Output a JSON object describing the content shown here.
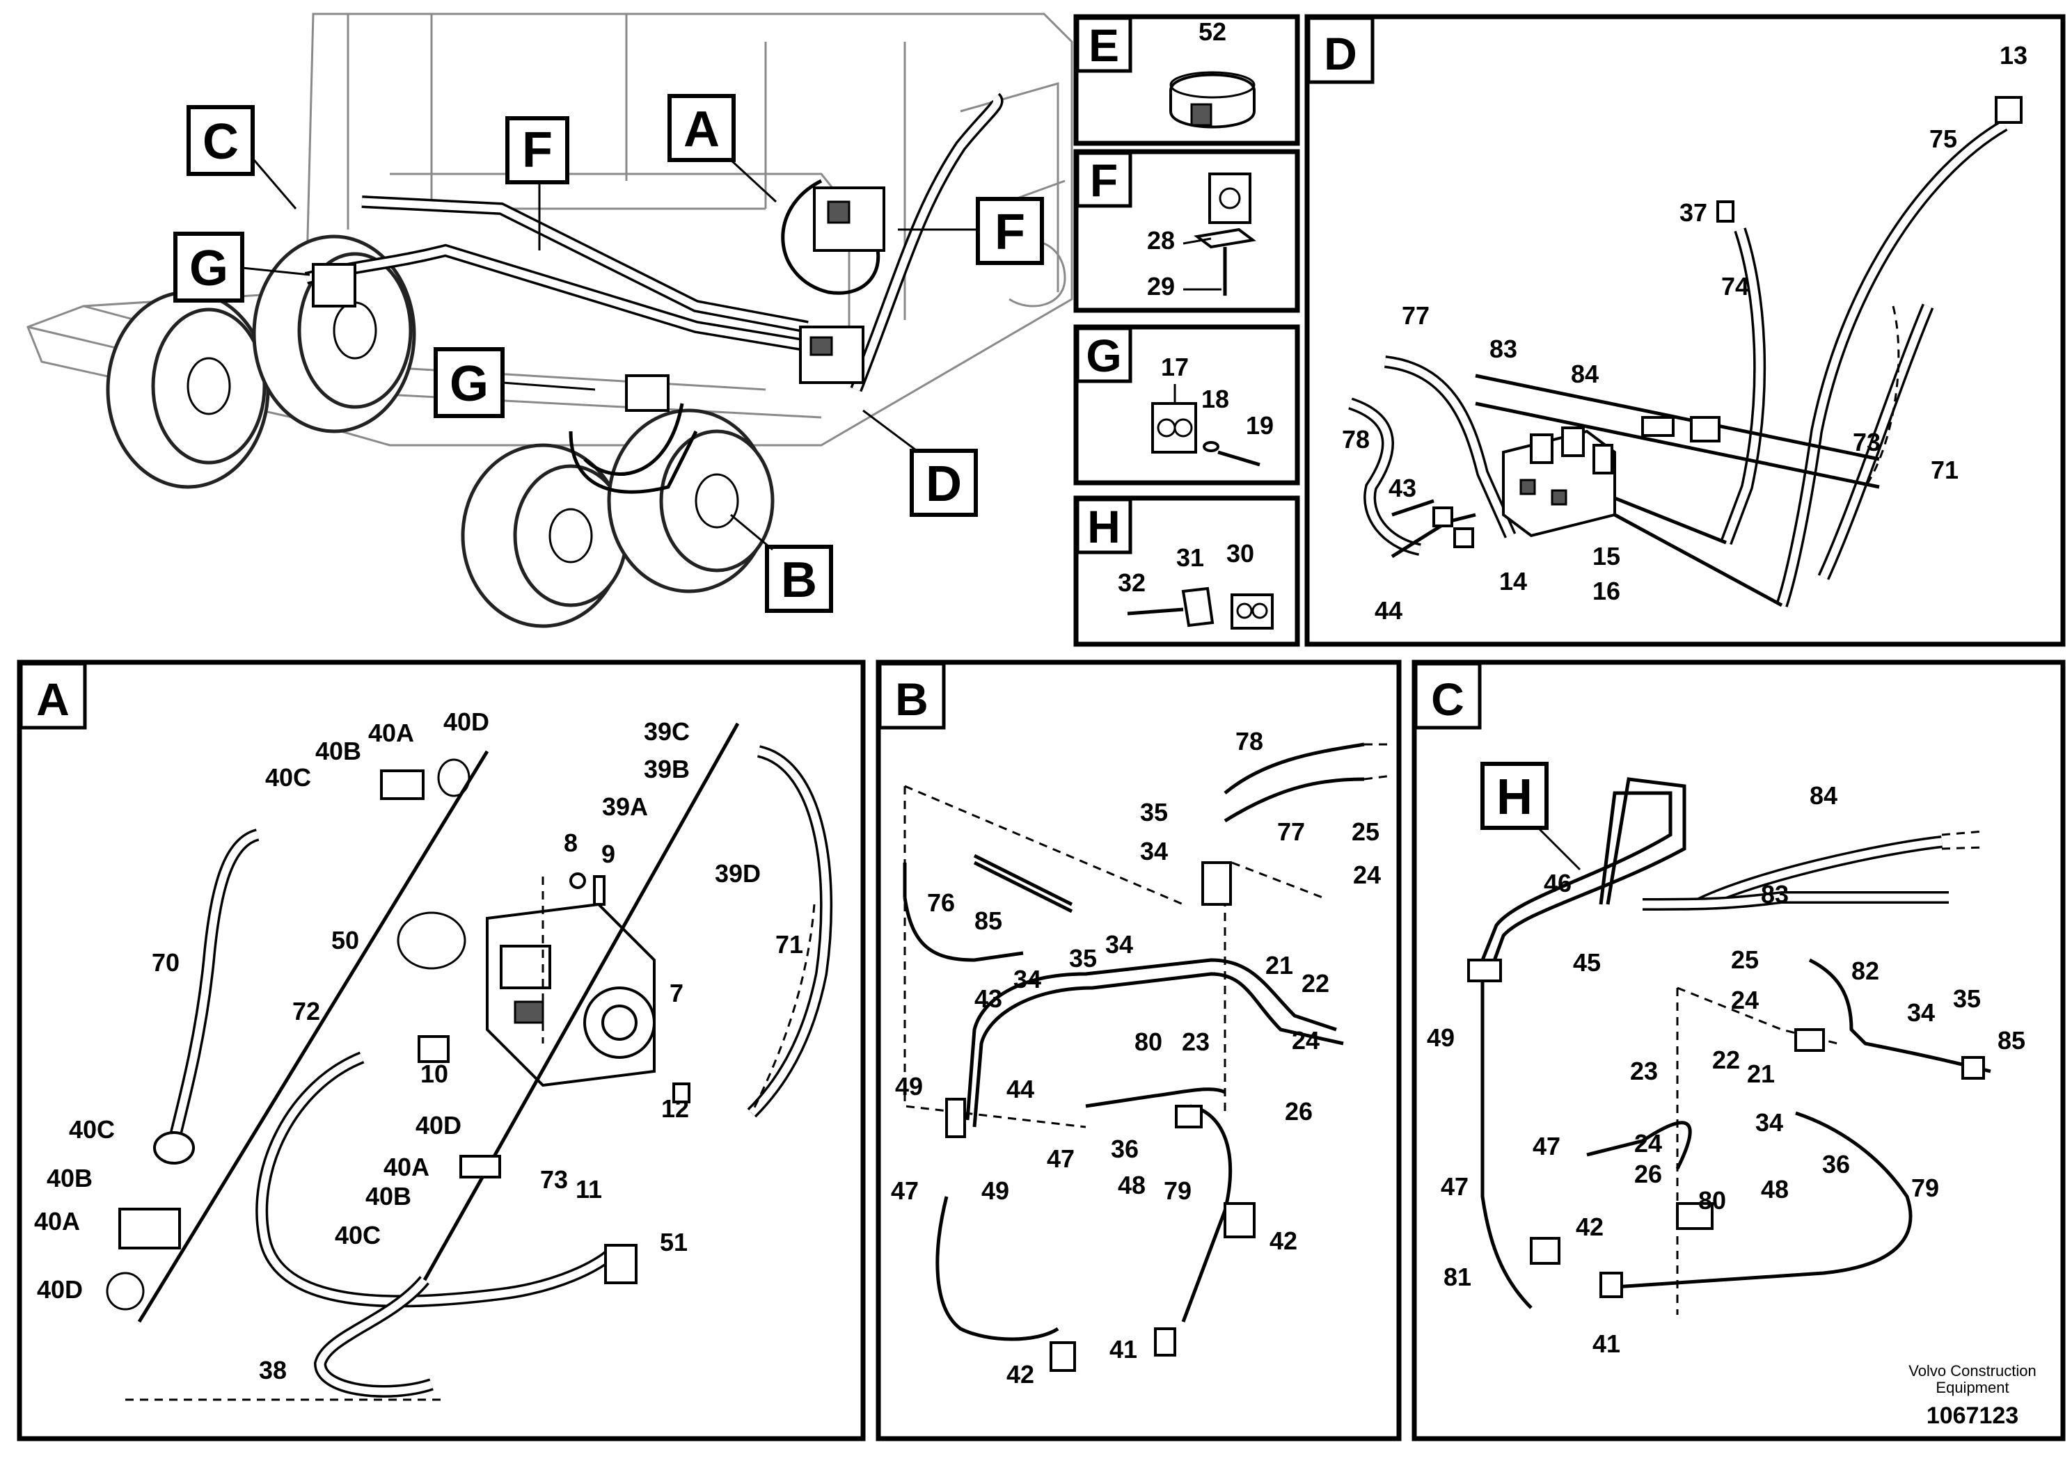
{
  "brand": {
    "line1": "Volvo Construction",
    "line2": "Equipment"
  },
  "drawing_number": "1067123",
  "overview": {
    "callouts": [
      "C",
      "F",
      "A",
      "G",
      "F",
      "G",
      "D",
      "B"
    ]
  },
  "panels": {
    "E": {
      "tag": "E",
      "labels": [
        "52"
      ]
    },
    "F": {
      "tag": "F",
      "labels": [
        "28",
        "29"
      ]
    },
    "G": {
      "tag": "G",
      "labels": [
        "17",
        "18",
        "19"
      ]
    },
    "H": {
      "tag": "H",
      "labels": [
        "32",
        "31",
        "30"
      ]
    },
    "D": {
      "tag": "D",
      "labels": [
        "13",
        "75",
        "37",
        "74",
        "77",
        "83",
        "84",
        "78",
        "73",
        "71",
        "43",
        "15",
        "16",
        "14",
        "44"
      ]
    },
    "A": {
      "tag": "A",
      "labels": [
        "40D",
        "40A",
        "40B",
        "40C",
        "39C",
        "39B",
        "39A",
        "39D",
        "8",
        "9",
        "50",
        "70",
        "71",
        "72",
        "7",
        "10",
        "12",
        "40C",
        "40B",
        "40A",
        "40D",
        "40D",
        "40A",
        "40B",
        "40C",
        "73",
        "11",
        "51",
        "38"
      ]
    },
    "B": {
      "tag": "B",
      "labels": [
        "78",
        "35",
        "77",
        "25",
        "34",
        "24",
        "76",
        "85",
        "34",
        "35",
        "34",
        "21",
        "22",
        "43",
        "44",
        "80",
        "23",
        "24",
        "26",
        "49",
        "47",
        "49",
        "36",
        "47",
        "48",
        "79",
        "42",
        "42",
        "41"
      ]
    },
    "C": {
      "tag": "C",
      "labels": [
        "H",
        "84",
        "46",
        "83",
        "45",
        "25",
        "82",
        "24",
        "49",
        "35",
        "34",
        "85",
        "22",
        "21",
        "23",
        "34",
        "36",
        "24",
        "26",
        "47",
        "48",
        "79",
        "47",
        "42",
        "80",
        "81",
        "41"
      ]
    }
  }
}
